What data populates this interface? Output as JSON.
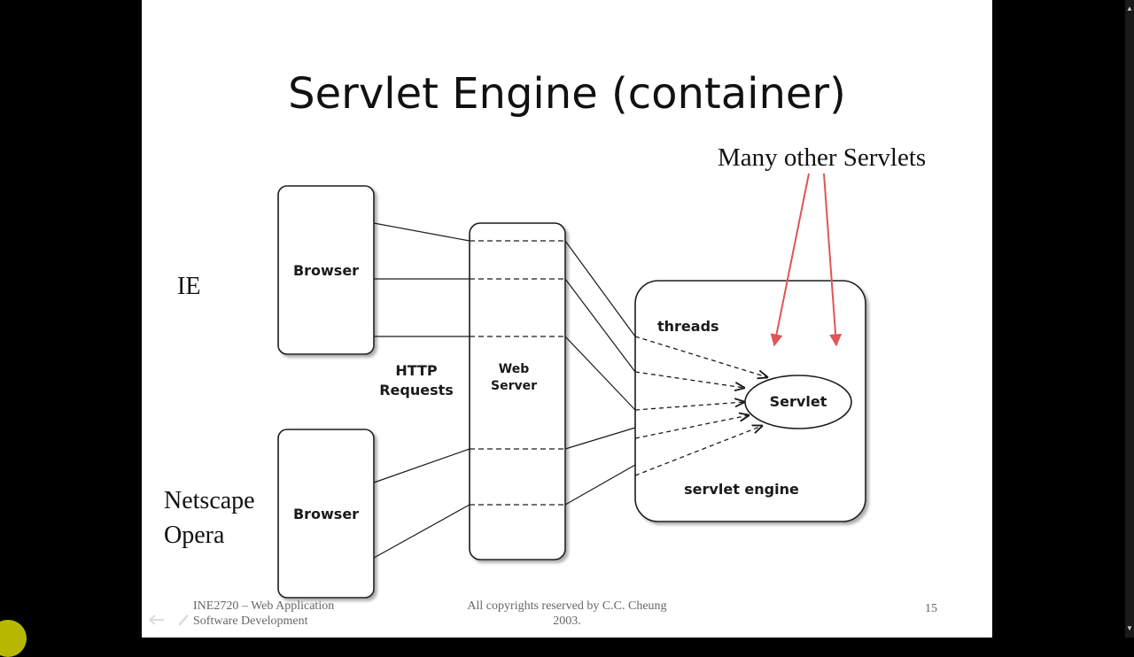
{
  "slide": {
    "title": "Servlet Engine (container)",
    "annotation": "Many other Servlets",
    "client_labels": {
      "ie": "IE",
      "netscape": "Netscape",
      "opera": "Opera"
    }
  },
  "diagram": {
    "browser_top": "Browser",
    "browser_bottom": "Browser",
    "http_requests": [
      "HTTP",
      "Requests"
    ],
    "web_server": [
      "Web",
      "Server"
    ],
    "threads": "threads",
    "servlet": "Servlet",
    "servlet_engine": "servlet engine"
  },
  "footer": {
    "left": [
      "INE2720 – Web Application",
      "Software Development"
    ],
    "center": [
      "All copyrights reserved by C.C. Cheung",
      "2003."
    ],
    "page_number": "15"
  },
  "colors": {
    "arrow_red": "#e05555",
    "line": "#1a1a1a",
    "background": "#000000",
    "slide": "#ffffff"
  }
}
